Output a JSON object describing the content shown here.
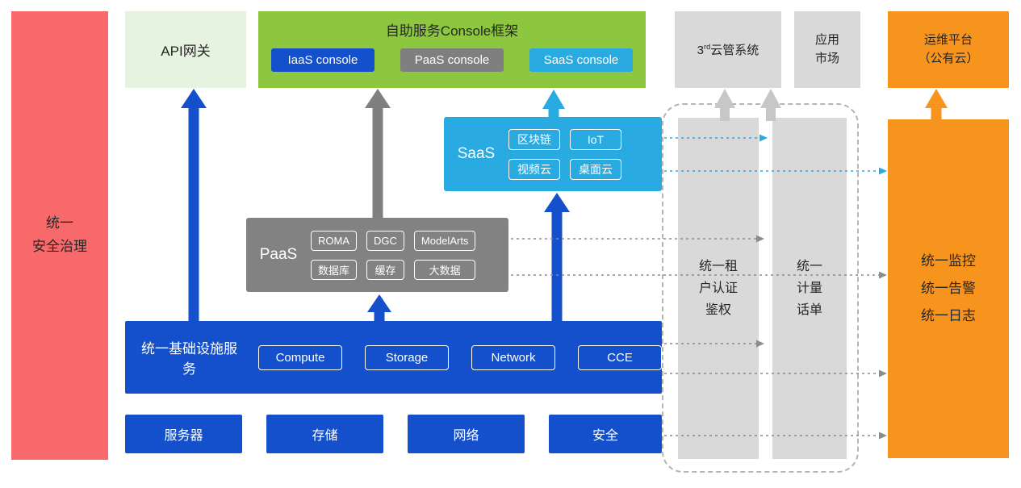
{
  "colors": {
    "blue": "#1450cc",
    "cyan": "#29abe2",
    "green": "#8dc63f",
    "light_green": "#e7f3e1",
    "gray": "#828282",
    "light_gray": "#d9d9d9",
    "orange": "#f7941e",
    "red": "#f8696b"
  },
  "security_bar": {
    "label": "统一\n安全治理"
  },
  "api_gateway": {
    "label": "API网关"
  },
  "console_frame": {
    "title": "自助服务Console框架",
    "badges": [
      {
        "label": "IaaS console"
      },
      {
        "label": "PaaS console"
      },
      {
        "label": "SaaS console"
      }
    ]
  },
  "third_cloud": {
    "prefix": "3",
    "sup": "rd",
    "suffix": "云管系统"
  },
  "app_market": {
    "label": "应用\n市场"
  },
  "om_platform": {
    "label": "运维平台\n（公有云）"
  },
  "saas": {
    "label": "SaaS",
    "chips": [
      "区块链",
      "IoT",
      "视频云",
      "桌面云"
    ]
  },
  "paas": {
    "label": "PaaS",
    "chips": [
      "ROMA",
      "DGC",
      "ModelArts",
      "数据库",
      "缓存",
      "大数据"
    ]
  },
  "iaas": {
    "label": "统一基础设施服务",
    "chips": [
      "Compute",
      "Storage",
      "Network",
      "CCE"
    ]
  },
  "hardware": {
    "items": [
      "服务器",
      "存储",
      "网络",
      "安全"
    ]
  },
  "auth_bar": {
    "label": "统一租\n户认证\n鉴权"
  },
  "metering_bar": {
    "label": "统一\n计量\n话单"
  },
  "monitoring_bar": {
    "label": "统一监控\n统一告警\n统一日志"
  }
}
